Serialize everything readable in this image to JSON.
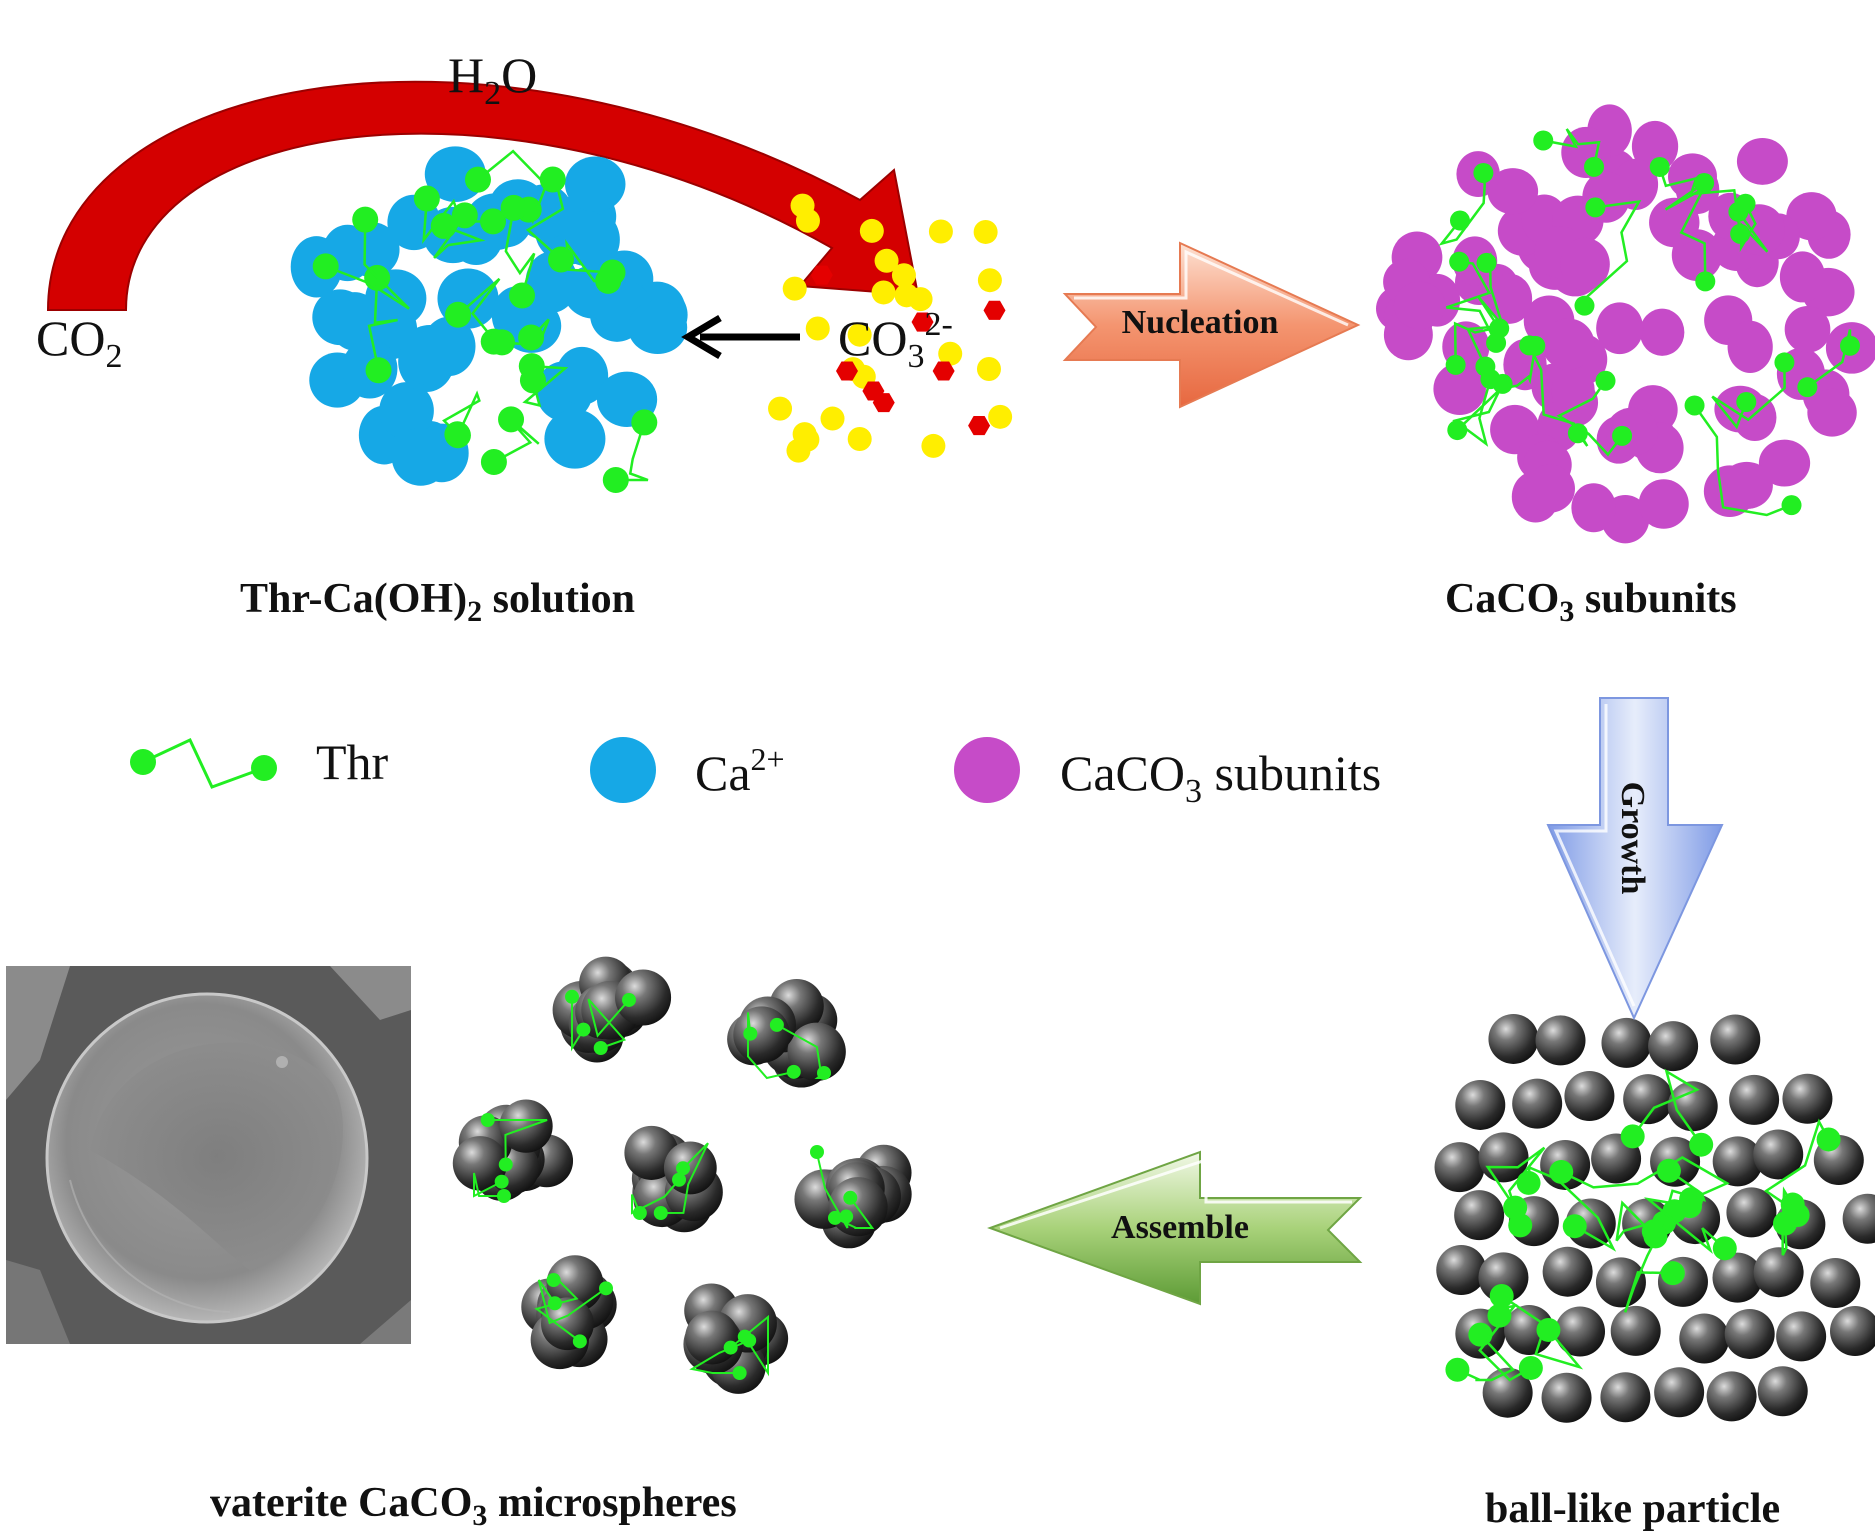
{
  "reaction": {
    "co2_label": "CO",
    "co2_sub": "2",
    "h2o_label_pre": "H",
    "h2o_sub": "2",
    "h2o_label_post": "O",
    "carbonate_label": "CO",
    "carbonate_sub": "3",
    "carbonate_sup": "2-"
  },
  "steps": {
    "nucleation": "Nucleation",
    "growth": "Growth",
    "assemble": "Assemble"
  },
  "captions": {
    "solution_pre": "Thr-Ca(OH)",
    "solution_sub": "2",
    "solution_post": " solution",
    "subunits_pre": "CaCO",
    "subunits_sub": "3",
    "subunits_post": " subunits",
    "ball": "ball-like particle",
    "vaterite_pre": "vaterite CaCO",
    "vaterite_sub": "3",
    "vaterite_post": " microspheres"
  },
  "legend": {
    "thr": "Thr",
    "ca_pre": "Ca",
    "ca_sup": "2+",
    "sub_pre": "CaCO",
    "sub_sub": "3",
    "sub_post": " subunits"
  },
  "colors": {
    "thr_green": "#22ee22",
    "ca_blue": "#16a8e6",
    "subunit_magenta": "#c64bc8",
    "carbonate_yellow": "#ffee00",
    "carbonate_red": "#e40000",
    "arrow_red": "#d40000",
    "nucleation_arrow": "#f5a080",
    "growth_arrow": "#a8bff0",
    "assemble_arrow": "#9cc86a",
    "sphere_dark": "#2b2b2b"
  },
  "icons": {
    "reaction_arrow": "curved-red-arrow-icon",
    "sem_image": "sem-micrograph-image"
  }
}
